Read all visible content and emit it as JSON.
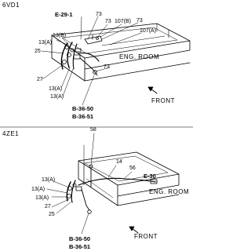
{
  "top": {
    "engine_code": "6VD1",
    "labels": {
      "e29": "E-29-1",
      "p73a": "73",
      "p73b": "73",
      "p107b": "107(B)",
      "p73c": "73",
      "p13b": "13(B)",
      "p13a1": "13(A)",
      "p25": "25",
      "p107a": "107(A)",
      "p73d": "73",
      "p27": "27",
      "p13a2": "13(A)",
      "p13a3": "13(A)",
      "room": "ENG. ROOM",
      "front": "FRONT",
      "b50": "B-36-50",
      "b51": "B-36-51"
    }
  },
  "bottom": {
    "engine_code": "4ZE1",
    "labels": {
      "p58": "58",
      "p14": "14",
      "p56": "56",
      "e30": "E-30",
      "p13a1": "13(A)",
      "p13a2": "13(A)",
      "p13a3": "13(A)",
      "p27": "27",
      "p25": "25",
      "room": "ENG. ROOM",
      "front": "FRONT",
      "b50": "B-36-50",
      "b51": "B-36-51"
    }
  }
}
